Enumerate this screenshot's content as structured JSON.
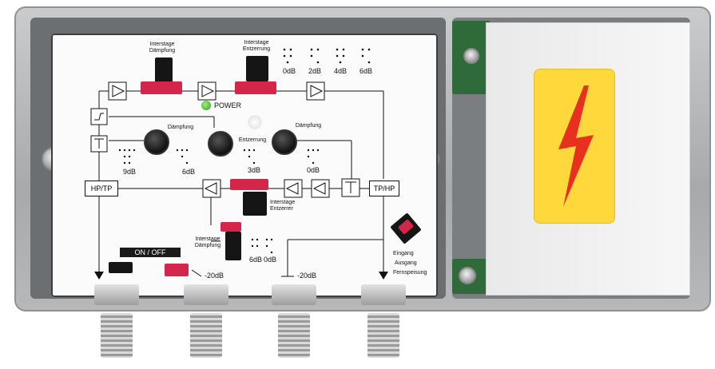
{
  "panel": {
    "interstage_daempfung_top": [
      "Interstage",
      "Dämpfung"
    ],
    "interstage_entzerrung_top": [
      "Interstage",
      "Entzerrung"
    ],
    "db_scale_top": [
      "0dB",
      "2dB",
      "4dB",
      "6dB"
    ],
    "power": "POWER",
    "daempfung_left": "Dämpfung",
    "entzerrung": "Entzerrung",
    "daempfung_right": "Dämpfung",
    "db_9": "9dB",
    "db_6a": "6dB",
    "db_3": "3dB",
    "db_0": "0dB",
    "hptp": "HP/TP",
    "tphp": "TP/HP",
    "interstage_entzerrer": [
      "Interstage",
      "Entzerrer"
    ],
    "interstage_daempfung_bottom": [
      "Interstage",
      "Dämpfung"
    ],
    "db_6b": "6dB",
    "db_0b": "0dB",
    "onoff": "ON / OFF",
    "minus20_left": "-20dB",
    "minus20_right": "-20dB",
    "eingang": "Eingang",
    "ausgang": "Ausgang",
    "fernspeisung": "Fernspeisung"
  },
  "colors": {
    "jumper_red": "#d4264b",
    "warning_yellow": "#ffd83b",
    "bolt_red": "#e8301f",
    "led_green": "#2e9d22"
  },
  "icons": [
    "amplifier-triangle-icon",
    "lightning-bolt-icon",
    "screw-icon"
  ]
}
